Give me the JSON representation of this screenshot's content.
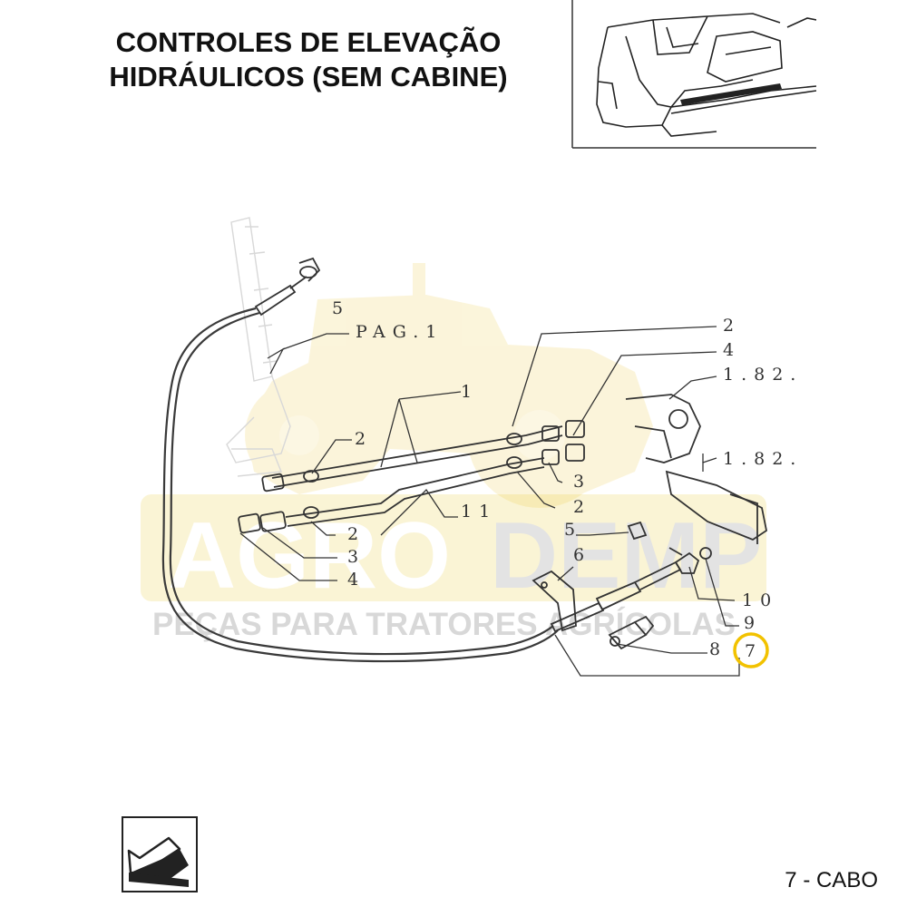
{
  "title": {
    "line1": "CONTROLES DE ELEVAÇÃO",
    "line2": "HIDRÁULICOS (SEM CABINE)"
  },
  "watermark": {
    "brand_left": "AGRO",
    "brand_right": "DEMP",
    "tagline": "PEÇAS PARA TRATORES AGRÍCOLAS"
  },
  "callouts": {
    "c5_top": "5",
    "pag_ref": "PAG.1",
    "c1": "1",
    "c2_left": "2",
    "c2_top_right": "2",
    "c4_top_right": "4",
    "ref_182_a": "1.82.",
    "ref_182_b": "1.82.",
    "c3_mid": "3",
    "c2_mid": "2",
    "c11": "11",
    "c2_low": "2",
    "c3_low": "3",
    "c4_low": "4",
    "c5_low": "5",
    "c6": "6",
    "c10": "10",
    "c9": "9",
    "c8": "8",
    "c7": "7"
  },
  "highlight": {
    "part_number": "7",
    "ring_color": "#f2c200"
  },
  "caption": "7 - CABO",
  "icons": {
    "back_nav": "arrow-left-down-icon"
  }
}
